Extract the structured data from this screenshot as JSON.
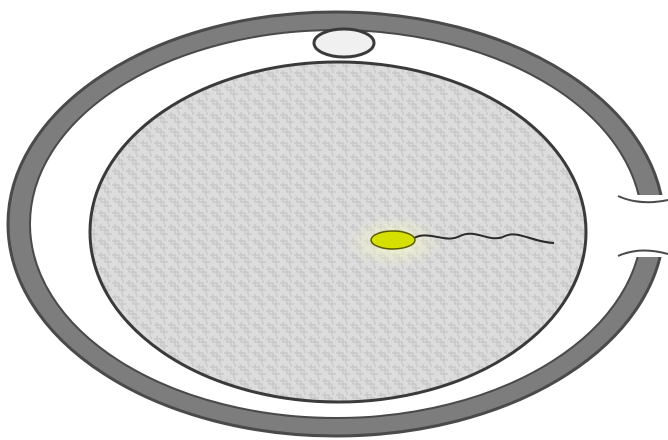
{
  "diagram": {
    "parts": [
      "outer-shell",
      "inner-rim",
      "cell-body",
      "polar-body",
      "sperm-head",
      "sperm-tail"
    ]
  },
  "colors": {
    "background": "#ffffff",
    "shell_fill": "#7d7d7d",
    "shell_outline": "#4a4a4a",
    "perivitelline_space": "#ffffff",
    "cytoplasm": "#dcdcdc",
    "cytoplasm_texture": "#c4c4c4",
    "membrane": "#3a3a3a",
    "polar_body": "#f0f0f0",
    "sperm_head": "#d6e000",
    "sperm_tail": "#2a2a2a",
    "glow": "#f6f9c8"
  }
}
